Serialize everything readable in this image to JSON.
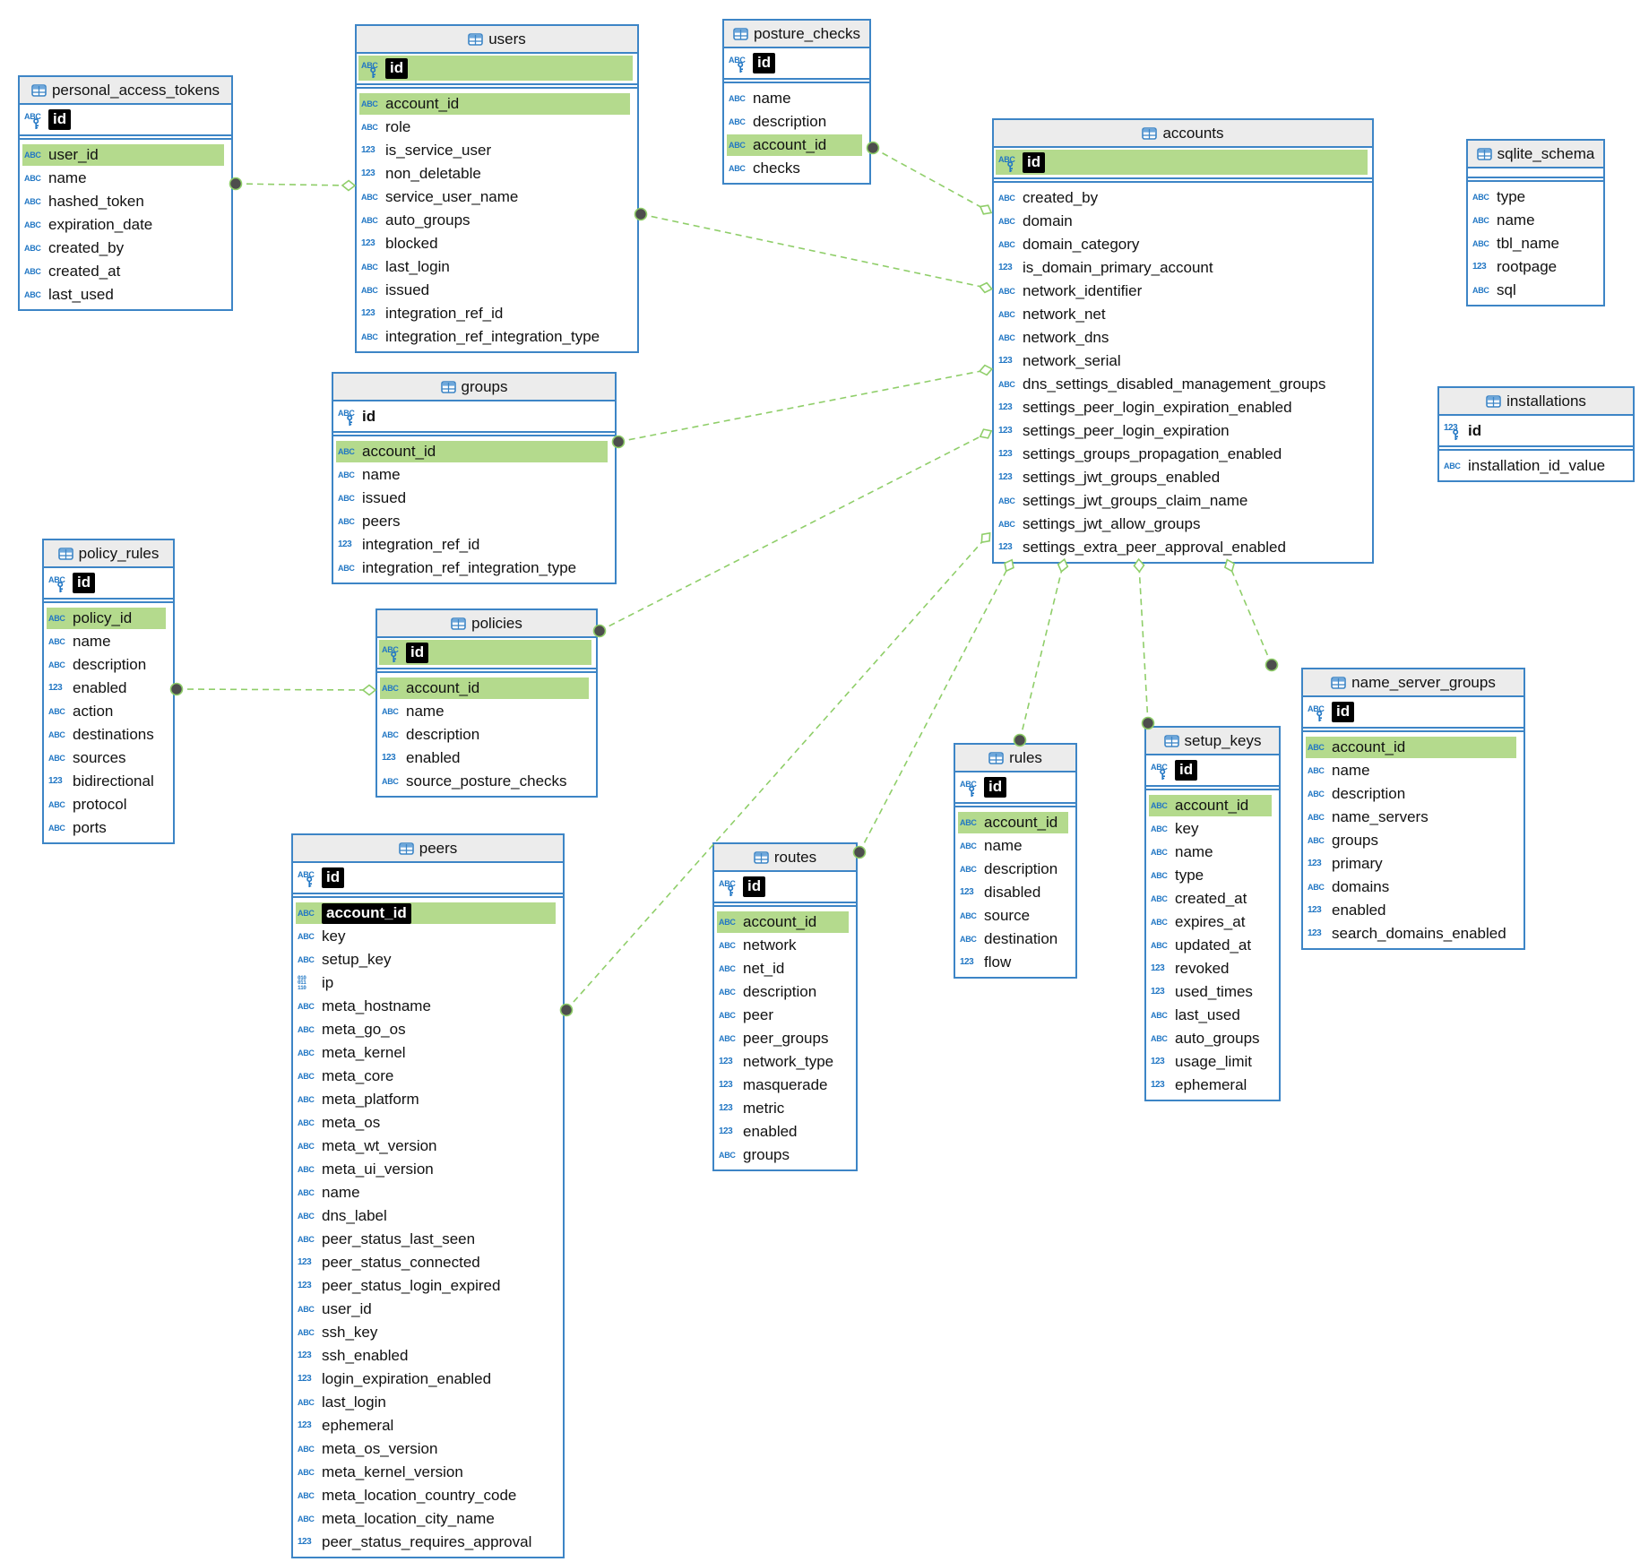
{
  "colors": {
    "table_border": "#3d85c6",
    "header_background": "#ececec",
    "fk_highlight_green": "#b4da8d",
    "relation_line_green": "#8fce69",
    "endpoint_dot_grey": "#4d4d4d",
    "type_icon_blue": "#2277c4",
    "pk_box_black": "#000000"
  },
  "icons": {
    "abc_glyph": "ABC",
    "numeric_glyph": "123",
    "binary_glyph": [
      "010",
      "011",
      "110"
    ]
  },
  "tables": [
    {
      "name": "personal_access_tokens",
      "pk": {
        "label": "id",
        "icon": "abc",
        "boxed": true,
        "highlight": false
      },
      "columns": [
        {
          "name": "user_id",
          "icon": "abc",
          "highlight": true
        },
        {
          "name": "name",
          "icon": "abc"
        },
        {
          "name": "hashed_token",
          "icon": "abc"
        },
        {
          "name": "expiration_date",
          "icon": "abc"
        },
        {
          "name": "created_by",
          "icon": "abc"
        },
        {
          "name": "created_at",
          "icon": "abc"
        },
        {
          "name": "last_used",
          "icon": "abc"
        }
      ]
    },
    {
      "name": "users",
      "pk": {
        "label": "id",
        "icon": "abc",
        "boxed": true,
        "highlight": true
      },
      "columns": [
        {
          "name": "account_id",
          "icon": "abc",
          "highlight": true
        },
        {
          "name": "role",
          "icon": "abc"
        },
        {
          "name": "is_service_user",
          "icon": "123"
        },
        {
          "name": "non_deletable",
          "icon": "123"
        },
        {
          "name": "service_user_name",
          "icon": "abc"
        },
        {
          "name": "auto_groups",
          "icon": "abc"
        },
        {
          "name": "blocked",
          "icon": "123"
        },
        {
          "name": "last_login",
          "icon": "abc"
        },
        {
          "name": "issued",
          "icon": "abc"
        },
        {
          "name": "integration_ref_id",
          "icon": "123"
        },
        {
          "name": "integration_ref_integration_type",
          "icon": "abc"
        }
      ]
    },
    {
      "name": "posture_checks",
      "pk": {
        "label": "id",
        "icon": "abc",
        "boxed": true,
        "highlight": false
      },
      "columns": [
        {
          "name": "name",
          "icon": "abc"
        },
        {
          "name": "description",
          "icon": "abc"
        },
        {
          "name": "account_id",
          "icon": "abc",
          "highlight": true
        },
        {
          "name": "checks",
          "icon": "abc"
        }
      ]
    },
    {
      "name": "accounts",
      "pk": {
        "label": "id",
        "icon": "abc",
        "boxed": true,
        "highlight": true
      },
      "columns": [
        {
          "name": "created_by",
          "icon": "abc"
        },
        {
          "name": "domain",
          "icon": "abc"
        },
        {
          "name": "domain_category",
          "icon": "abc"
        },
        {
          "name": "is_domain_primary_account",
          "icon": "123"
        },
        {
          "name": "network_identifier",
          "icon": "abc"
        },
        {
          "name": "network_net",
          "icon": "abc"
        },
        {
          "name": "network_dns",
          "icon": "abc"
        },
        {
          "name": "network_serial",
          "icon": "123"
        },
        {
          "name": "dns_settings_disabled_management_groups",
          "icon": "abc"
        },
        {
          "name": "settings_peer_login_expiration_enabled",
          "icon": "123"
        },
        {
          "name": "settings_peer_login_expiration",
          "icon": "123"
        },
        {
          "name": "settings_groups_propagation_enabled",
          "icon": "123"
        },
        {
          "name": "settings_jwt_groups_enabled",
          "icon": "123"
        },
        {
          "name": "settings_jwt_groups_claim_name",
          "icon": "abc"
        },
        {
          "name": "settings_jwt_allow_groups",
          "icon": "abc"
        },
        {
          "name": "settings_extra_peer_approval_enabled",
          "icon": "123"
        }
      ]
    },
    {
      "name": "sqlite_schema",
      "pk": null,
      "columns": [
        {
          "name": "type",
          "icon": "abc"
        },
        {
          "name": "name",
          "icon": "abc"
        },
        {
          "name": "tbl_name",
          "icon": "abc"
        },
        {
          "name": "rootpage",
          "icon": "123"
        },
        {
          "name": "sql",
          "icon": "abc"
        }
      ]
    },
    {
      "name": "installations",
      "pk": {
        "label": "id",
        "icon": "123",
        "boxed": false,
        "highlight": false
      },
      "columns": [
        {
          "name": "installation_id_value",
          "icon": "abc"
        }
      ]
    },
    {
      "name": "groups",
      "pk": {
        "label": "id",
        "icon": "abc",
        "boxed": false,
        "highlight": false
      },
      "columns": [
        {
          "name": "account_id",
          "icon": "abc",
          "highlight": true
        },
        {
          "name": "name",
          "icon": "abc"
        },
        {
          "name": "issued",
          "icon": "abc"
        },
        {
          "name": "peers",
          "icon": "abc"
        },
        {
          "name": "integration_ref_id",
          "icon": "123"
        },
        {
          "name": "integration_ref_integration_type",
          "icon": "abc"
        }
      ]
    },
    {
      "name": "policy_rules",
      "pk": {
        "label": "id",
        "icon": "abc",
        "boxed": true,
        "highlight": false
      },
      "columns": [
        {
          "name": "policy_id",
          "icon": "abc",
          "highlight": true
        },
        {
          "name": "name",
          "icon": "abc"
        },
        {
          "name": "description",
          "icon": "abc"
        },
        {
          "name": "enabled",
          "icon": "123"
        },
        {
          "name": "action",
          "icon": "abc"
        },
        {
          "name": "destinations",
          "icon": "abc"
        },
        {
          "name": "sources",
          "icon": "abc"
        },
        {
          "name": "bidirectional",
          "icon": "123"
        },
        {
          "name": "protocol",
          "icon": "abc"
        },
        {
          "name": "ports",
          "icon": "abc"
        }
      ]
    },
    {
      "name": "policies",
      "pk": {
        "label": "id",
        "icon": "abc",
        "boxed": true,
        "highlight": true
      },
      "columns": [
        {
          "name": "account_id",
          "icon": "abc",
          "highlight": true
        },
        {
          "name": "name",
          "icon": "abc"
        },
        {
          "name": "description",
          "icon": "abc"
        },
        {
          "name": "enabled",
          "icon": "123"
        },
        {
          "name": "source_posture_checks",
          "icon": "abc"
        }
      ]
    },
    {
      "name": "peers",
      "pk": {
        "label": "id",
        "icon": "abc",
        "boxed": true,
        "highlight": false
      },
      "columns": [
        {
          "name": "account_id",
          "icon": "abc",
          "highlight": true,
          "boxed": true
        },
        {
          "name": "key",
          "icon": "abc"
        },
        {
          "name": "setup_key",
          "icon": "abc"
        },
        {
          "name": "ip",
          "icon": "bin"
        },
        {
          "name": "meta_hostname",
          "icon": "abc"
        },
        {
          "name": "meta_go_os",
          "icon": "abc"
        },
        {
          "name": "meta_kernel",
          "icon": "abc"
        },
        {
          "name": "meta_core",
          "icon": "abc"
        },
        {
          "name": "meta_platform",
          "icon": "abc"
        },
        {
          "name": "meta_os",
          "icon": "abc"
        },
        {
          "name": "meta_wt_version",
          "icon": "abc"
        },
        {
          "name": "meta_ui_version",
          "icon": "abc"
        },
        {
          "name": "name",
          "icon": "abc"
        },
        {
          "name": "dns_label",
          "icon": "abc"
        },
        {
          "name": "peer_status_last_seen",
          "icon": "abc"
        },
        {
          "name": "peer_status_connected",
          "icon": "123"
        },
        {
          "name": "peer_status_login_expired",
          "icon": "123"
        },
        {
          "name": "user_id",
          "icon": "abc"
        },
        {
          "name": "ssh_key",
          "icon": "abc"
        },
        {
          "name": "ssh_enabled",
          "icon": "123"
        },
        {
          "name": "login_expiration_enabled",
          "icon": "123"
        },
        {
          "name": "last_login",
          "icon": "abc"
        },
        {
          "name": "ephemeral",
          "icon": "123"
        },
        {
          "name": "meta_os_version",
          "icon": "abc"
        },
        {
          "name": "meta_kernel_version",
          "icon": "abc"
        },
        {
          "name": "meta_location_country_code",
          "icon": "abc"
        },
        {
          "name": "meta_location_city_name",
          "icon": "abc"
        },
        {
          "name": "peer_status_requires_approval",
          "icon": "123"
        }
      ]
    },
    {
      "name": "routes",
      "pk": {
        "label": "id",
        "icon": "abc",
        "boxed": true,
        "highlight": false
      },
      "columns": [
        {
          "name": "account_id",
          "icon": "abc",
          "highlight": true
        },
        {
          "name": "network",
          "icon": "abc"
        },
        {
          "name": "net_id",
          "icon": "abc"
        },
        {
          "name": "description",
          "icon": "abc"
        },
        {
          "name": "peer",
          "icon": "abc"
        },
        {
          "name": "peer_groups",
          "icon": "abc"
        },
        {
          "name": "network_type",
          "icon": "123"
        },
        {
          "name": "masquerade",
          "icon": "123"
        },
        {
          "name": "metric",
          "icon": "123"
        },
        {
          "name": "enabled",
          "icon": "123"
        },
        {
          "name": "groups",
          "icon": "abc"
        }
      ]
    },
    {
      "name": "rules",
      "pk": {
        "label": "id",
        "icon": "abc",
        "boxed": true,
        "highlight": false
      },
      "columns": [
        {
          "name": "account_id",
          "icon": "abc",
          "highlight": true
        },
        {
          "name": "name",
          "icon": "abc"
        },
        {
          "name": "description",
          "icon": "abc"
        },
        {
          "name": "disabled",
          "icon": "123"
        },
        {
          "name": "source",
          "icon": "abc"
        },
        {
          "name": "destination",
          "icon": "abc"
        },
        {
          "name": "flow",
          "icon": "123"
        }
      ]
    },
    {
      "name": "setup_keys",
      "pk": {
        "label": "id",
        "icon": "abc",
        "boxed": true,
        "highlight": false
      },
      "columns": [
        {
          "name": "account_id",
          "icon": "abc",
          "highlight": true
        },
        {
          "name": "key",
          "icon": "abc"
        },
        {
          "name": "name",
          "icon": "abc"
        },
        {
          "name": "type",
          "icon": "abc"
        },
        {
          "name": "created_at",
          "icon": "abc"
        },
        {
          "name": "expires_at",
          "icon": "abc"
        },
        {
          "name": "updated_at",
          "icon": "abc"
        },
        {
          "name": "revoked",
          "icon": "123"
        },
        {
          "name": "used_times",
          "icon": "123"
        },
        {
          "name": "last_used",
          "icon": "abc"
        },
        {
          "name": "auto_groups",
          "icon": "abc"
        },
        {
          "name": "usage_limit",
          "icon": "123"
        },
        {
          "name": "ephemeral",
          "icon": "123"
        }
      ]
    },
    {
      "name": "name_server_groups",
      "pk": {
        "label": "id",
        "icon": "abc",
        "boxed": true,
        "highlight": false
      },
      "columns": [
        {
          "name": "account_id",
          "icon": "abc",
          "highlight": true
        },
        {
          "name": "name",
          "icon": "abc"
        },
        {
          "name": "description",
          "icon": "abc"
        },
        {
          "name": "name_servers",
          "icon": "abc"
        },
        {
          "name": "groups",
          "icon": "abc"
        },
        {
          "name": "primary",
          "icon": "123"
        },
        {
          "name": "domains",
          "icon": "abc"
        },
        {
          "name": "enabled",
          "icon": "123"
        },
        {
          "name": "search_domains_enabled",
          "icon": "123"
        }
      ]
    }
  ],
  "relationships": [
    {
      "from": "personal_access_tokens",
      "from_column": "user_id",
      "to": "users"
    },
    {
      "from": "users",
      "from_column": "account_id",
      "to": "accounts"
    },
    {
      "from": "posture_checks",
      "from_column": "account_id",
      "to": "accounts"
    },
    {
      "from": "groups",
      "from_column": "account_id",
      "to": "accounts"
    },
    {
      "from": "policies",
      "from_column": "account_id",
      "to": "accounts"
    },
    {
      "from": "policy_rules",
      "from_column": "policy_id",
      "to": "policies"
    },
    {
      "from": "peers",
      "from_column": "account_id",
      "to": "accounts"
    },
    {
      "from": "routes",
      "from_column": "account_id",
      "to": "accounts"
    },
    {
      "from": "rules",
      "from_column": "account_id",
      "to": "accounts"
    },
    {
      "from": "setup_keys",
      "from_column": "account_id",
      "to": "accounts"
    },
    {
      "from": "name_server_groups",
      "from_column": "account_id",
      "to": "accounts"
    }
  ]
}
